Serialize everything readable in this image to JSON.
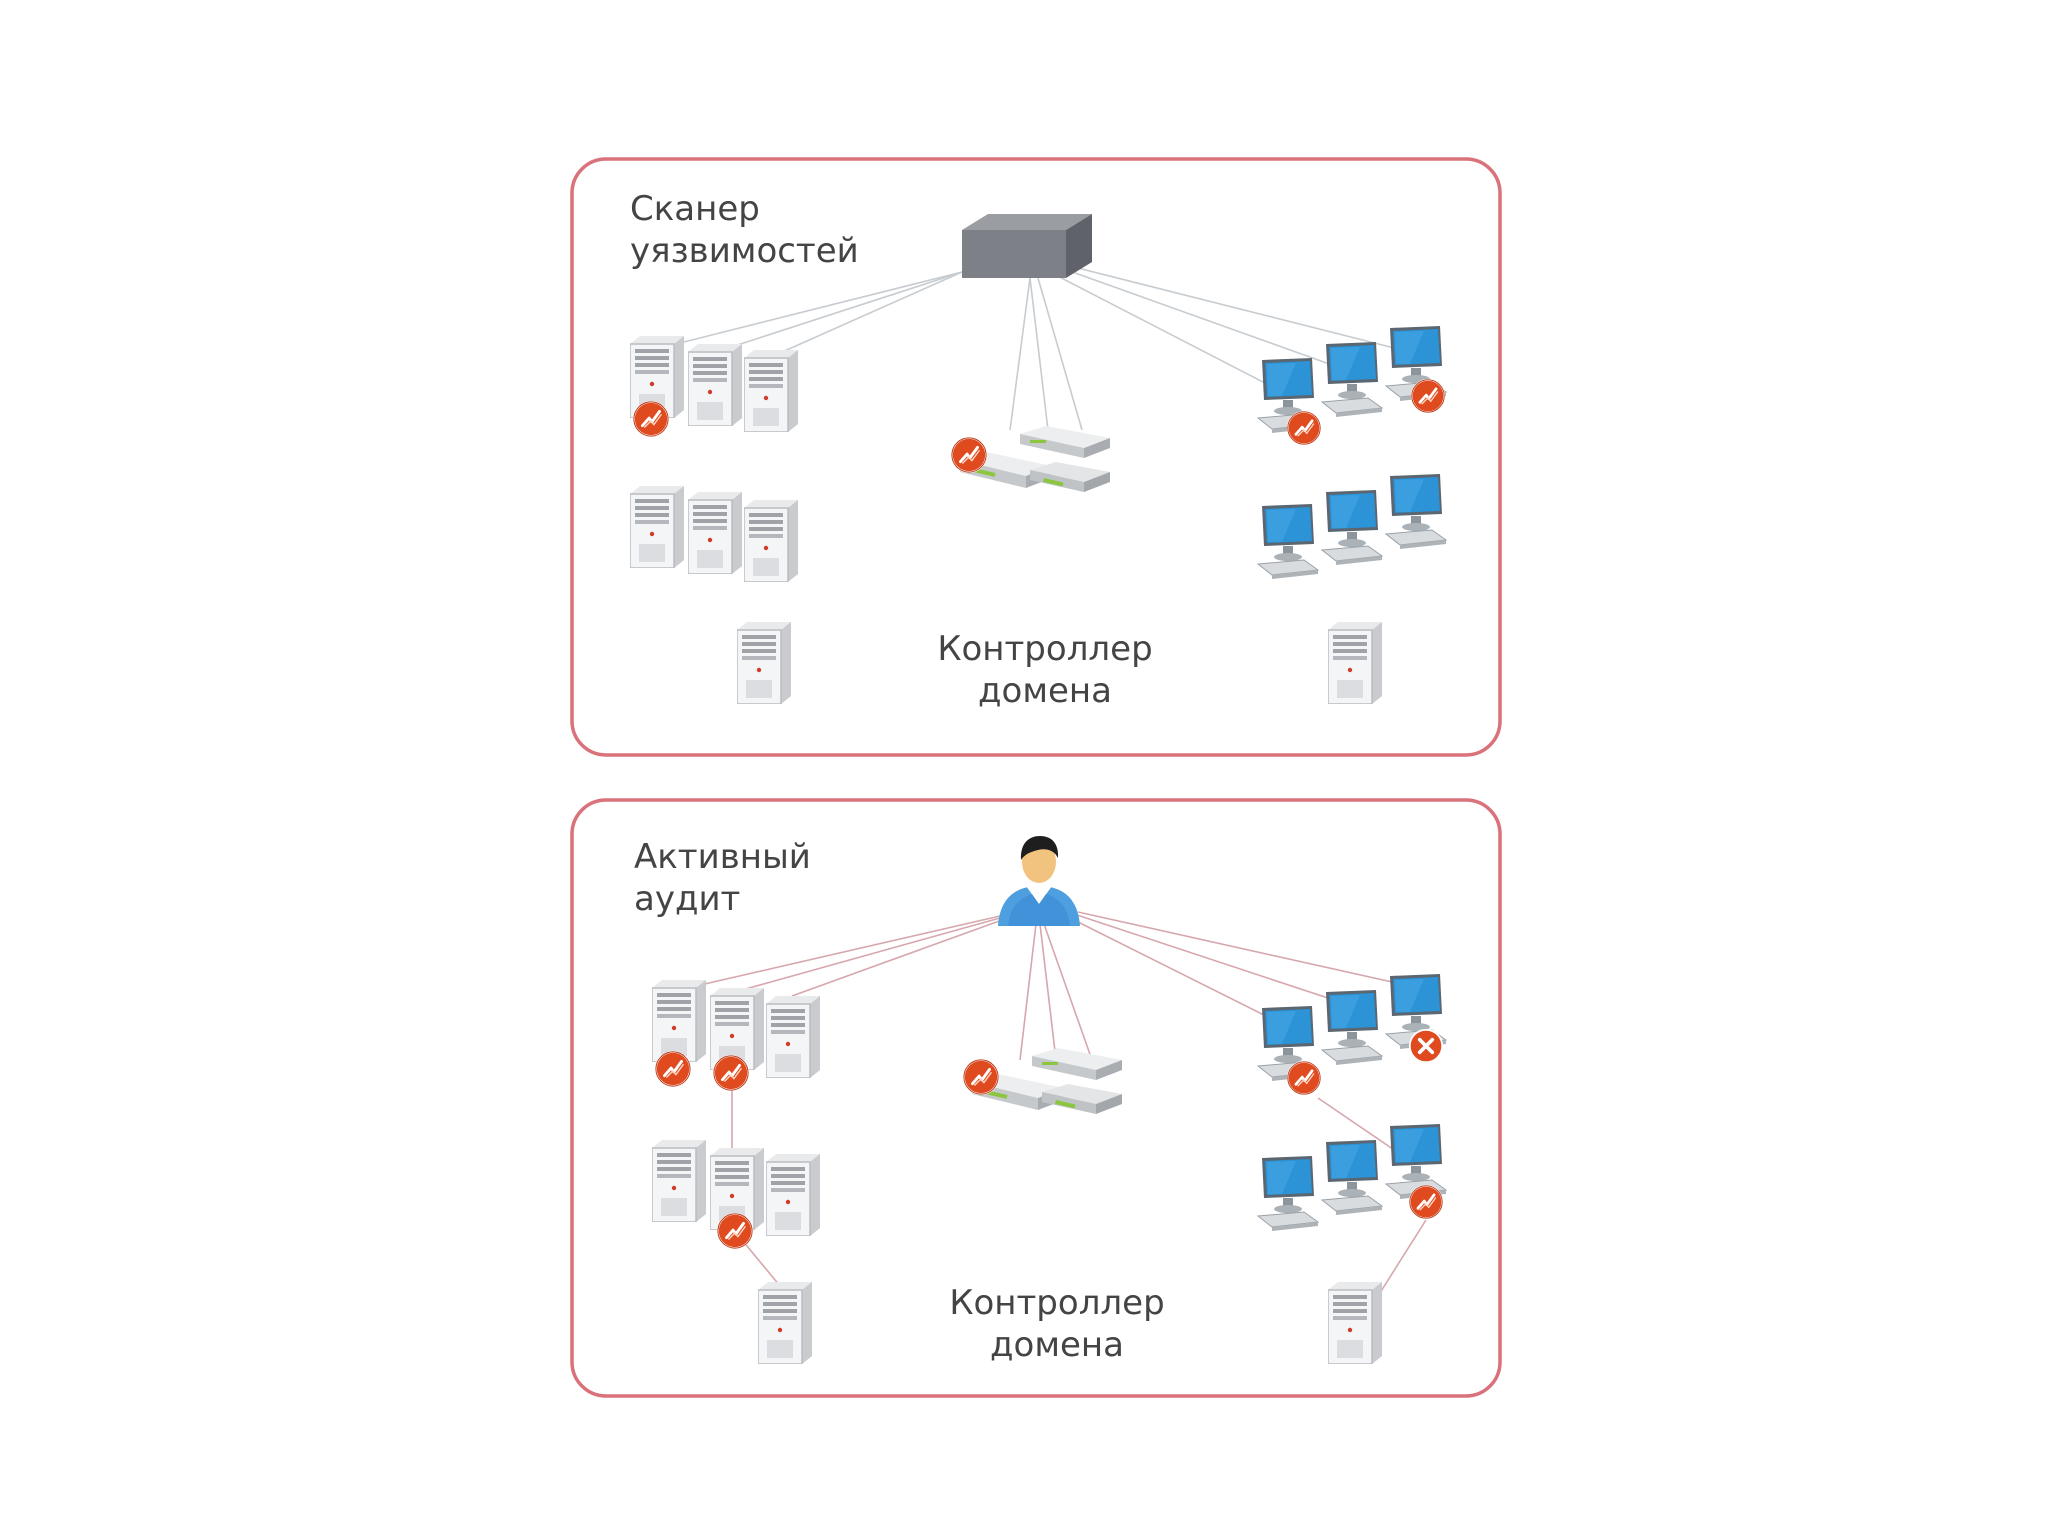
{
  "panels": [
    {
      "title_line1": "Сканер",
      "title_line2": "уязвимостей",
      "dc_line1": "Контроллер",
      "dc_line2": "домена",
      "source_icon": "scanner-appliance-icon"
    },
    {
      "title_line1": "Активный",
      "title_line2": "аудит",
      "dc_line1": "Контроллер",
      "dc_line2": "домена",
      "source_icon": "auditor-person-icon"
    }
  ],
  "icons": {
    "server": "server-tower-icon",
    "workstation": "desktop-computer-icon",
    "network": "network-device-icon",
    "exploit": "vulnerability-badge-icon",
    "blocked": "blocked-badge-icon"
  },
  "colors": {
    "frame": "#d9727a",
    "scan_line": "#c7ccd1",
    "audit_line": "#d6a7ad",
    "badge": "#e04a1f",
    "screen": "#2b93d6",
    "text": "#444444"
  }
}
